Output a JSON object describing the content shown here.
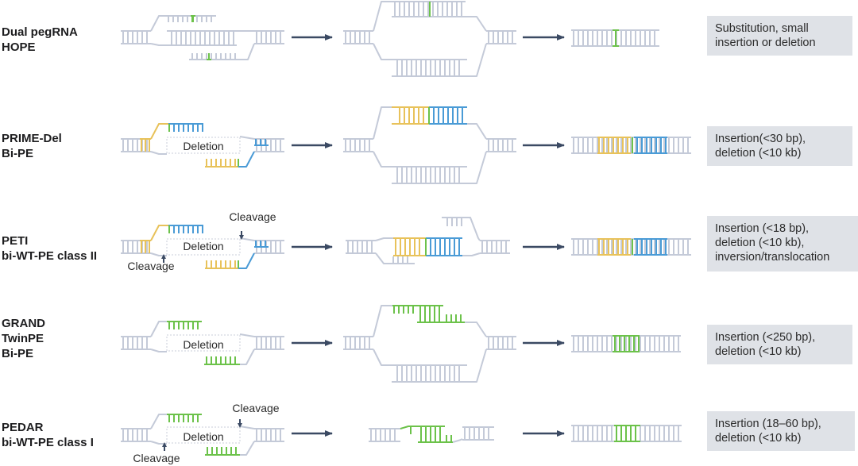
{
  "colors": {
    "dna": "#c4cad8",
    "arrow": "#3b4a63",
    "edit_green": "#6cc24a",
    "yellow": "#e8c25a",
    "blue": "#4a9bd6",
    "box_bg": "#dfe2e7",
    "text": "#1d1d1f"
  },
  "rows": [
    {
      "id": "dual-pegrna",
      "label_lines": [
        "Dual pegRNA",
        "HOPE"
      ],
      "outcome_lines": [
        "Substitution, small",
        "insertion or deletion"
      ],
      "deletion_label": null,
      "cleavage_labels": []
    },
    {
      "id": "prime-del",
      "label_lines": [
        "PRIME-Del",
        "Bi-PE"
      ],
      "outcome_lines": [
        "Insertion(<30 bp),",
        "deletion (<10 kb)"
      ],
      "deletion_label": "Deletion",
      "cleavage_labels": []
    },
    {
      "id": "peti",
      "label_lines": [
        "PETI",
        "bi-WT-PE class II"
      ],
      "outcome_lines": [
        "Insertion (<18 bp),",
        "deletion (<10 kb),",
        "inversion/translocation"
      ],
      "deletion_label": "Deletion",
      "cleavage_labels": [
        "Cleavage",
        "Cleavage"
      ]
    },
    {
      "id": "grand",
      "label_lines": [
        "GRAND",
        "TwinPE",
        "Bi-PE"
      ],
      "outcome_lines": [
        "Insertion (<250 bp),",
        "deletion (<10 kb)"
      ],
      "deletion_label": "Deletion",
      "cleavage_labels": []
    },
    {
      "id": "pedar",
      "label_lines": [
        "PEDAR",
        "bi-WT-PE class I"
      ],
      "outcome_lines": [
        "Insertion (18–60 bp),",
        "deletion (<10 kb)"
      ],
      "deletion_label": "Deletion",
      "cleavage_labels": [
        "Cleavage",
        "Cleavage"
      ]
    }
  ]
}
